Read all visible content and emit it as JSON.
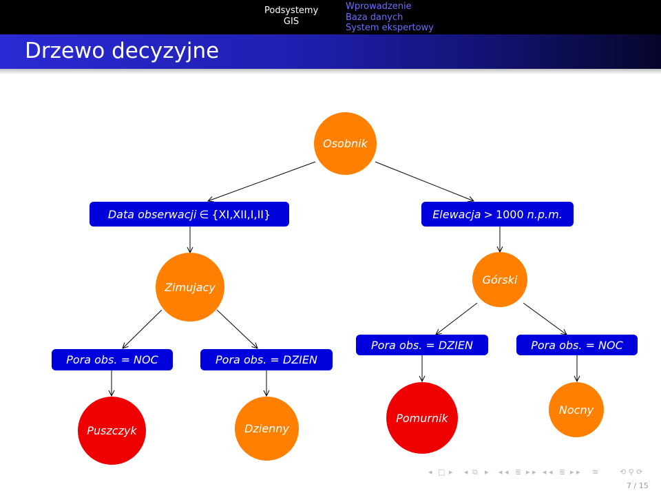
{
  "header": {
    "section_current": "Podsystemy",
    "subsection_current": "GIS",
    "subsections": [
      "Wprowadzenie",
      "Baza danych",
      "System ekspertowy"
    ],
    "title": "Drzewo decyzyjne"
  },
  "tree": {
    "root": "Osobnik",
    "test_left": {
      "label": "Data obserwacji",
      "symbol": "∈",
      "value": "{XI,XII,I,II}"
    },
    "test_right": {
      "label": "Elewacja",
      "symbol": ">",
      "value": "1000",
      "unit": "n.p.m."
    },
    "node_left": "Zimujacy",
    "node_right": "Górski",
    "leaf_tests": [
      "Pora obs. = NOC",
      "Pora obs. = DZIEN",
      "Pora obs. = DZIEN",
      "Pora obs. = NOC"
    ],
    "leaves": [
      "Puszczyk",
      "Dzienny",
      "Pomurnik",
      "Nocny"
    ]
  },
  "footer": {
    "nav_icons": [
      "nav-prev-frame-icon",
      "nav-frame-icon",
      "nav-next-frame-icon",
      "nav-prev-subsection-icon",
      "nav-subsection-icon",
      "nav-next-subsection-icon",
      "nav-prev-section-icon",
      "nav-section-icon",
      "nav-next-section-icon",
      "nav-toc-icon",
      "nav-search-icon",
      "nav-back-icon"
    ],
    "page": "7 / 15"
  },
  "colors": {
    "box_blue": "#0000dc",
    "orange": "#ff8000",
    "red": "#ee0000",
    "title_bar": "#2a2ad4"
  }
}
